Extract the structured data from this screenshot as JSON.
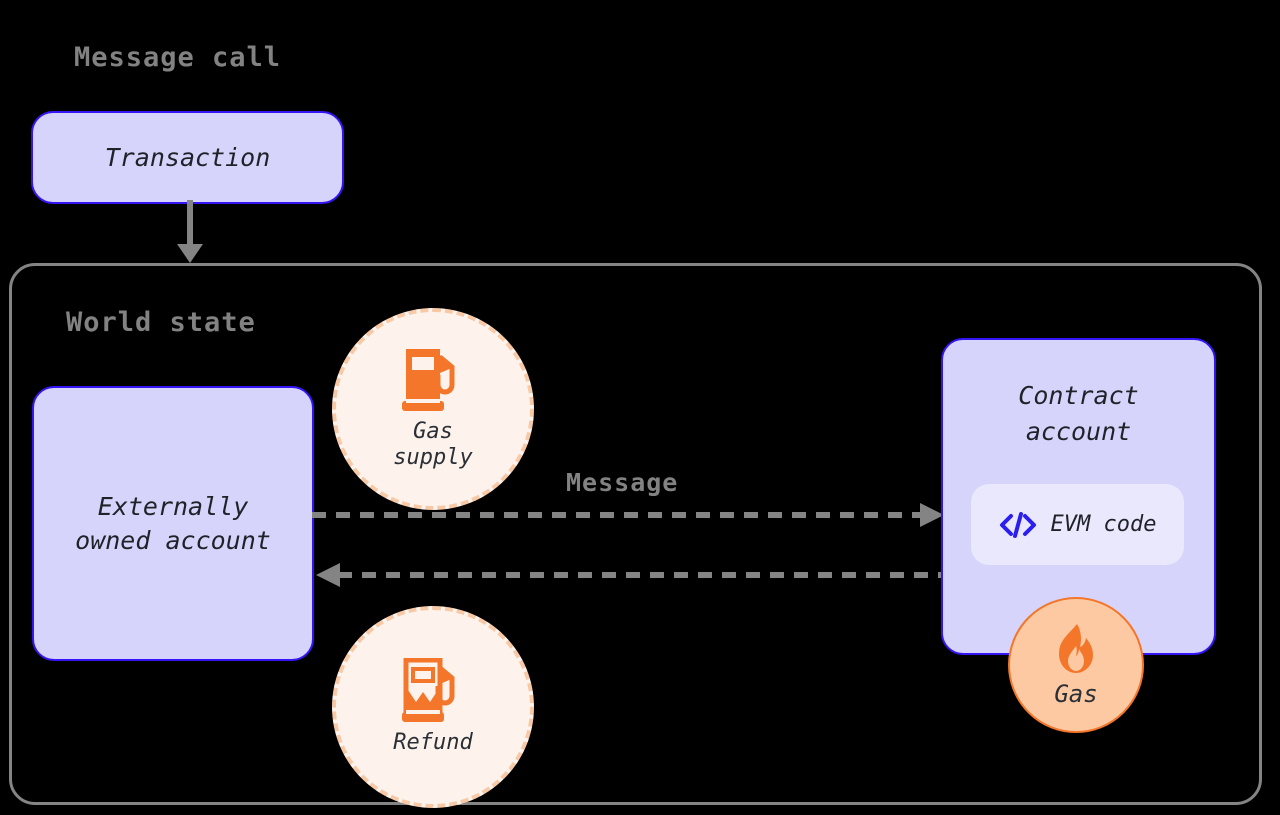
{
  "diagram": {
    "title": "Message call",
    "background_color": "#000000",
    "accent_box_fill": "#d6d4fa",
    "accent_box_border": "#3415f5",
    "container_border": "#848484",
    "orange_accent": "#f4762a",
    "badge_fill": "#fdf3ec",
    "badge_border": "#f8c9a6",
    "gas_badge_fill": "#fcc9a2",
    "label_gray": "#828282"
  },
  "headings": {
    "message_call": "Message call",
    "world_state": "World state"
  },
  "nodes": {
    "transaction": {
      "label": "Transaction"
    },
    "externally_owned_account": {
      "label": "Externally\nowned account"
    },
    "contract_account": {
      "label": "Contract\naccount",
      "evm_code": {
        "label": "EVM code",
        "icon": "code-brackets-icon"
      }
    }
  },
  "badges": {
    "gas_supply": {
      "label": "Gas\nsupply",
      "icon": "gas-pump-full-icon"
    },
    "refund": {
      "label": "Refund",
      "icon": "gas-pump-partial-icon"
    },
    "gas": {
      "label": "Gas",
      "icon": "flame-icon"
    }
  },
  "connectors": {
    "transaction_to_world_state": {
      "label": "",
      "style": "solid",
      "direction": "down"
    },
    "message": {
      "label": "Message",
      "style": "dashed",
      "direction": "right"
    },
    "refund_return": {
      "label": "",
      "style": "dashed",
      "direction": "left"
    }
  }
}
